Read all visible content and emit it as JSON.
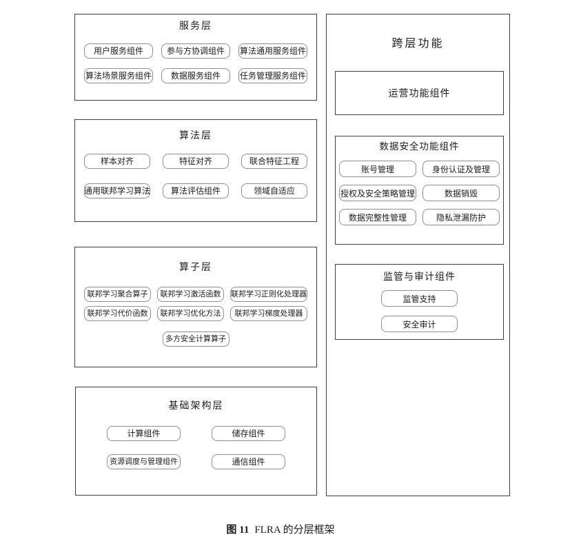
{
  "figure": {
    "label": "图 11",
    "title": "FLRA 的分层框架"
  },
  "layers": [
    {
      "title": "服务层",
      "items": [
        "用户服务组件",
        "参与方协调组件",
        "算法通用服务组件",
        "算法场景服务组件",
        "数据服务组件",
        "任务管理服务组件"
      ]
    },
    {
      "title": "算法层",
      "items": [
        "样本对齐",
        "特征对齐",
        "联合特征工程",
        "通用联邦学习算法",
        "算法评估组件",
        "领域自适应"
      ]
    },
    {
      "title": "算子层",
      "items": [
        "联邦学习聚合算子",
        "联邦学习激活函数",
        "联邦学习正则化处理器",
        "联邦学习代价函数",
        "联邦学习优化方法",
        "联邦学习梯度处理器",
        "多方安全计算算子"
      ]
    },
    {
      "title": "基础架构层",
      "items": [
        "计算组件",
        "储存组件",
        "资源调度与管理组件",
        "通信组件"
      ]
    }
  ],
  "cross_layer": {
    "title": "跨层功能",
    "operations": {
      "title": "运营功能组件"
    },
    "data_security": {
      "title": "数据安全功能组件",
      "items": [
        "账号管理",
        "身份认证及管理",
        "授权及安全策略管理",
        "数据销毁",
        "数据完整性管理",
        "隐私泄漏防护"
      ]
    },
    "audit": {
      "title": "监管与审计组件",
      "items": [
        "监管支持",
        "安全审计"
      ]
    }
  }
}
